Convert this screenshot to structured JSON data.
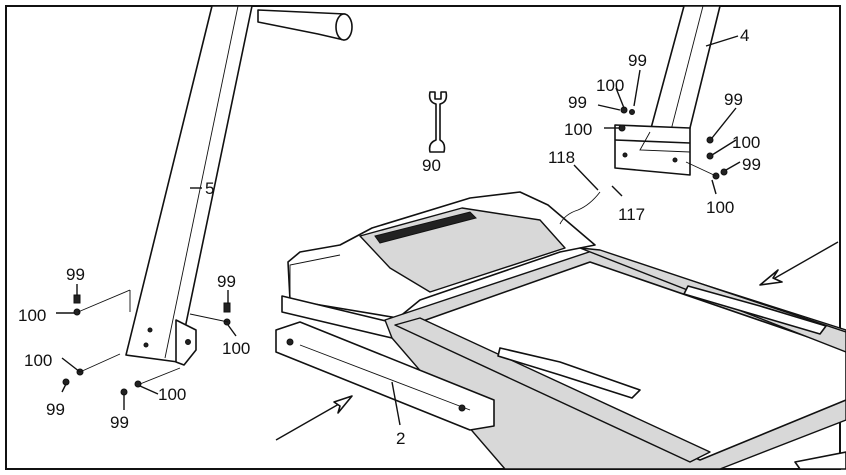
{
  "labels": {
    "l99": "99",
    "l100": "100",
    "l90": "90",
    "l118": "118",
    "l117": "117",
    "l4": "4",
    "l5": "5",
    "l2": "2"
  }
}
